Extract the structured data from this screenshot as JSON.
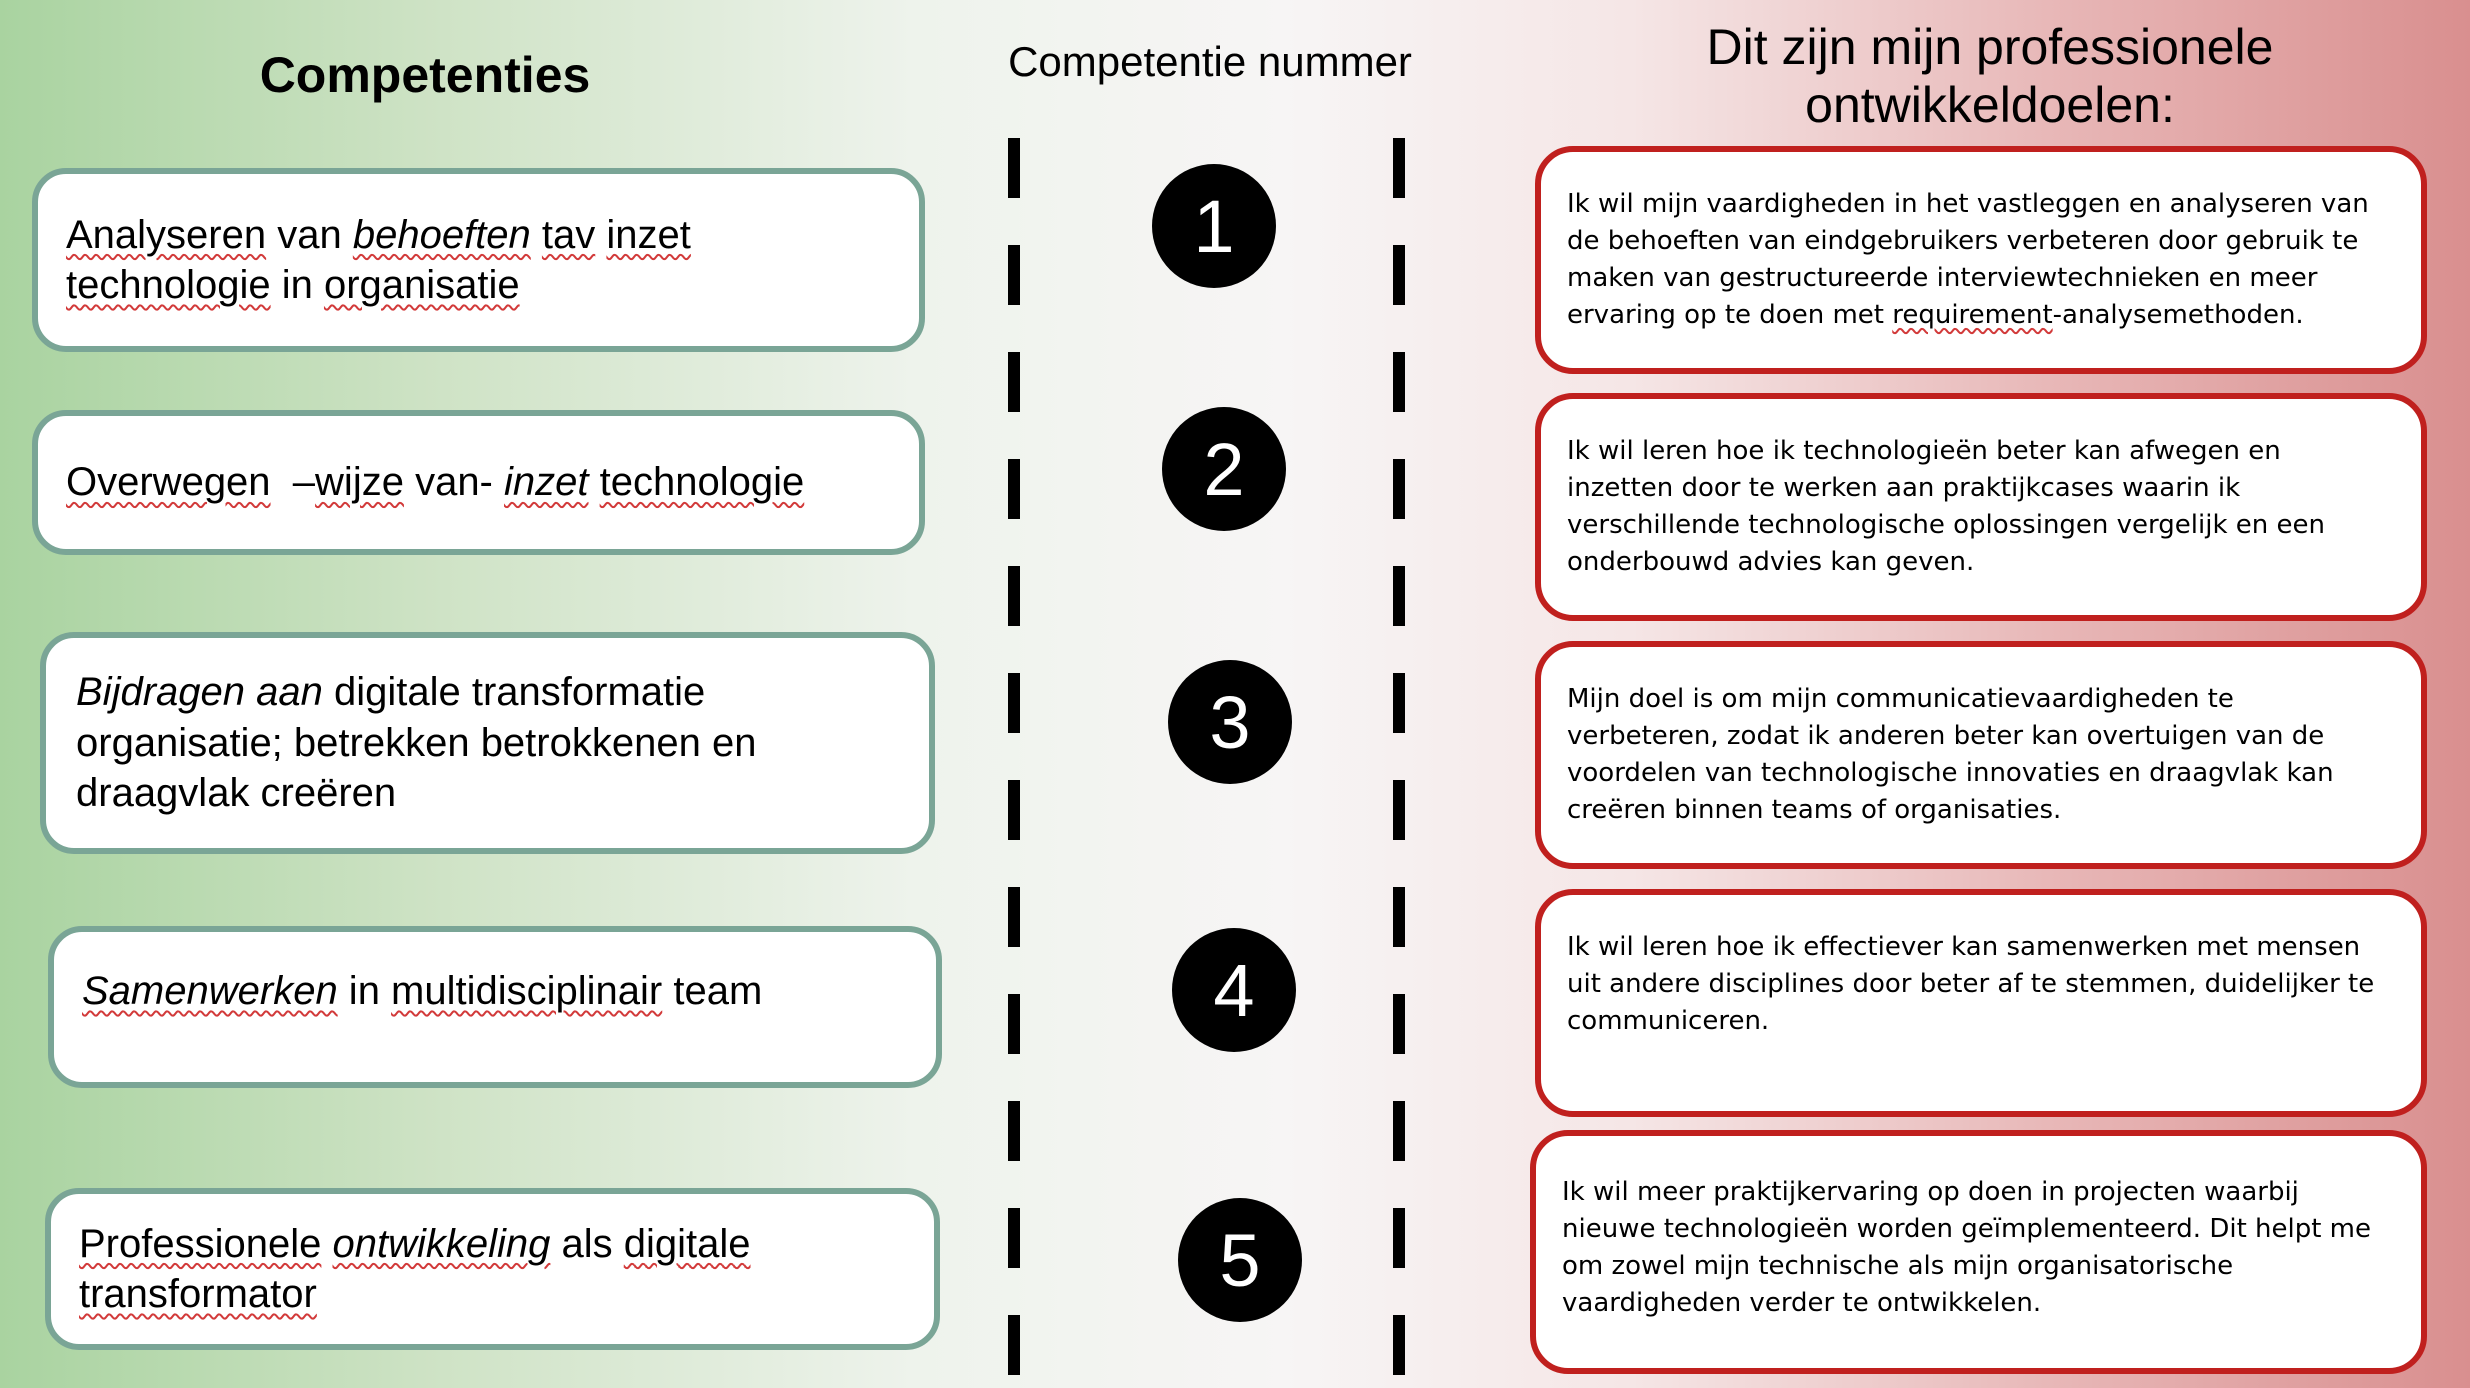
{
  "headers": {
    "competencies": "Competenties",
    "number": "Competentie nummer",
    "goals": "Dit zijn mijn professionele ontwikkeldoelen:"
  },
  "competencies": [
    {
      "number": "1",
      "parts": [
        {
          "text": "Analyseren",
          "style": "u"
        },
        {
          "text": " van ",
          "style": ""
        },
        {
          "text": "behoeften",
          "style": "i u"
        },
        {
          "text": " ",
          "style": ""
        },
        {
          "text": "tav",
          "style": "u"
        },
        {
          "text": " ",
          "style": ""
        },
        {
          "text": "inzet",
          "style": "u"
        },
        {
          "text": " ",
          "style": ""
        },
        {
          "text": "technologie",
          "style": "u"
        },
        {
          "text": " in ",
          "style": ""
        },
        {
          "text": "organisatie",
          "style": "u"
        }
      ],
      "goal_parts": [
        {
          "text": "Ik wil mijn vaardigheden in het vastleggen en analyseren van de behoeften van eindgebruikers verbeteren door gebruik te maken van gestructureerde interviewtechnieken en meer ervaring op te doen met ",
          "style": ""
        },
        {
          "text": "requirement",
          "style": "u"
        },
        {
          "text": "-analysemethoden.",
          "style": ""
        }
      ]
    },
    {
      "number": "2",
      "parts": [
        {
          "text": "Overwegen",
          "style": "u"
        },
        {
          "text": "  –",
          "style": ""
        },
        {
          "text": "wijze",
          "style": "u"
        },
        {
          "text": " van- ",
          "style": ""
        },
        {
          "text": "inzet",
          "style": "i u"
        },
        {
          "text": " ",
          "style": ""
        },
        {
          "text": "technologie",
          "style": "u"
        }
      ],
      "goal_parts": [
        {
          "text": "Ik wil leren hoe ik technologieën beter kan afwegen en inzetten door te werken aan praktijkcases waarin ik verschillende technologische oplossingen vergelijk en een onderbouwd advies kan geven.",
          "style": ""
        }
      ]
    },
    {
      "number": "3",
      "parts": [
        {
          "text": "Bijdragen aan",
          "style": "i"
        },
        {
          "text": " digitale transformatie organisatie; betrekken betrokkenen en draagvlak creëren",
          "style": ""
        }
      ],
      "goal_parts": [
        {
          "text": "Mijn doel is om mijn communicatievaardigheden te verbeteren, zodat ik anderen beter kan overtuigen van de voordelen van technologische innovaties en draagvlak kan creëren binnen teams of organisaties.",
          "style": ""
        }
      ]
    },
    {
      "number": "4",
      "parts": [
        {
          "text": "Samenwerken",
          "style": "i u"
        },
        {
          "text": " in ",
          "style": ""
        },
        {
          "text": "multidisciplinair",
          "style": "u"
        },
        {
          "text": " team",
          "style": ""
        }
      ],
      "goal_parts": [
        {
          "text": "Ik wil leren hoe ik effectiever kan samenwerken met mensen uit andere disciplines door beter af te stemmen, duidelijker te communiceren.",
          "style": ""
        }
      ]
    },
    {
      "number": "5",
      "parts": [
        {
          "text": "Professionele",
          "style": "u"
        },
        {
          "text": " ",
          "style": ""
        },
        {
          "text": "ontwikkeling",
          "style": "i u"
        },
        {
          "text": " als ",
          "style": ""
        },
        {
          "text": "digitale",
          "style": "u"
        },
        {
          "text": " ",
          "style": ""
        },
        {
          "text": "transformator",
          "style": "u"
        }
      ],
      "goal_parts": [
        {
          "text": "Ik wil meer praktijkervaring op doen in projecten waarbij nieuwe technologieën worden geïmplementeerd. Dit helpt me om zowel mijn technische als mijn organisatorische vaardigheden verder te ontwikkelen.",
          "style": ""
        }
      ]
    }
  ]
}
